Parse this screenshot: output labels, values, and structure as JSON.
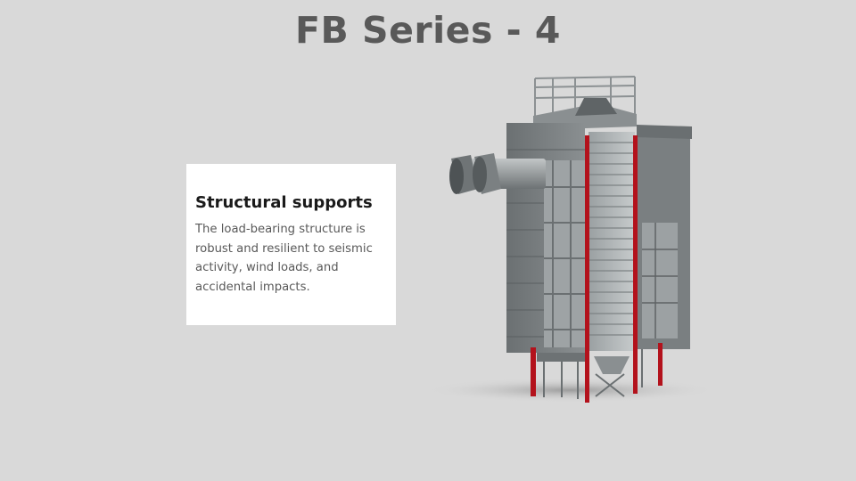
{
  "slide": {
    "title": "FB Series - 4"
  },
  "card": {
    "heading": "Structural supports",
    "body": "The load-bearing structure is robust and resilient to seismic activity, wind loads, and accidental impacts."
  },
  "colors": {
    "background": "#d9d9d9",
    "title": "#595959",
    "structure_grey": "#7b8082",
    "support_red": "#b3121c"
  }
}
